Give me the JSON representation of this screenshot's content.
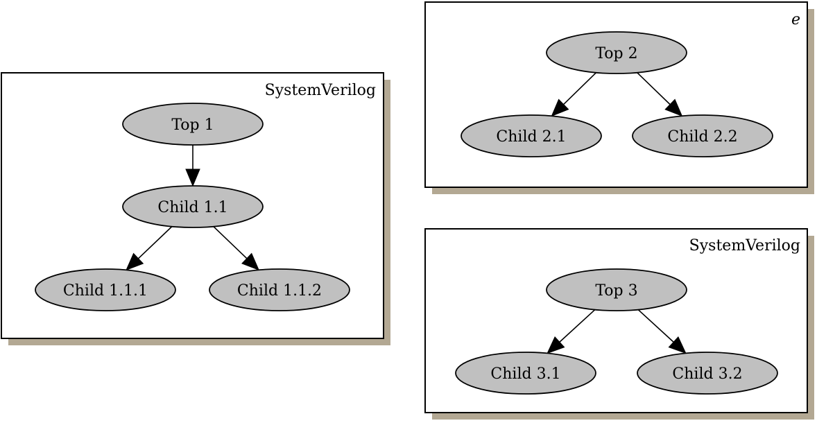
{
  "colors": {
    "node_fill": "#c0c0c0",
    "shadow": "#b3a893",
    "frame": "#000000",
    "background": "#ffffff"
  },
  "boxes": [
    {
      "id": "box-1",
      "label": "SystemVerilog",
      "italic": false,
      "nodes": [
        {
          "id": "top-1",
          "label": "Top 1"
        },
        {
          "id": "child-1-1",
          "label": "Child 1.1"
        },
        {
          "id": "child-1-1-1",
          "label": "Child 1.1.1"
        },
        {
          "id": "child-1-1-2",
          "label": "Child 1.1.2"
        }
      ],
      "edges": [
        {
          "from": "top-1",
          "to": "child-1-1"
        },
        {
          "from": "child-1-1",
          "to": "child-1-1-1"
        },
        {
          "from": "child-1-1",
          "to": "child-1-1-2"
        }
      ]
    },
    {
      "id": "box-2",
      "label": "e",
      "italic": true,
      "nodes": [
        {
          "id": "top-2",
          "label": "Top 2"
        },
        {
          "id": "child-2-1",
          "label": "Child 2.1"
        },
        {
          "id": "child-2-2",
          "label": "Child 2.2"
        }
      ],
      "edges": [
        {
          "from": "top-2",
          "to": "child-2-1"
        },
        {
          "from": "top-2",
          "to": "child-2-2"
        }
      ]
    },
    {
      "id": "box-3",
      "label": "SystemVerilog",
      "italic": false,
      "nodes": [
        {
          "id": "top-3",
          "label": "Top 3"
        },
        {
          "id": "child-3-1",
          "label": "Child 3.1"
        },
        {
          "id": "child-3-2",
          "label": "Child 3.2"
        }
      ],
      "edges": [
        {
          "from": "top-3",
          "to": "child-3-1"
        },
        {
          "from": "top-3",
          "to": "child-3-2"
        }
      ]
    }
  ]
}
